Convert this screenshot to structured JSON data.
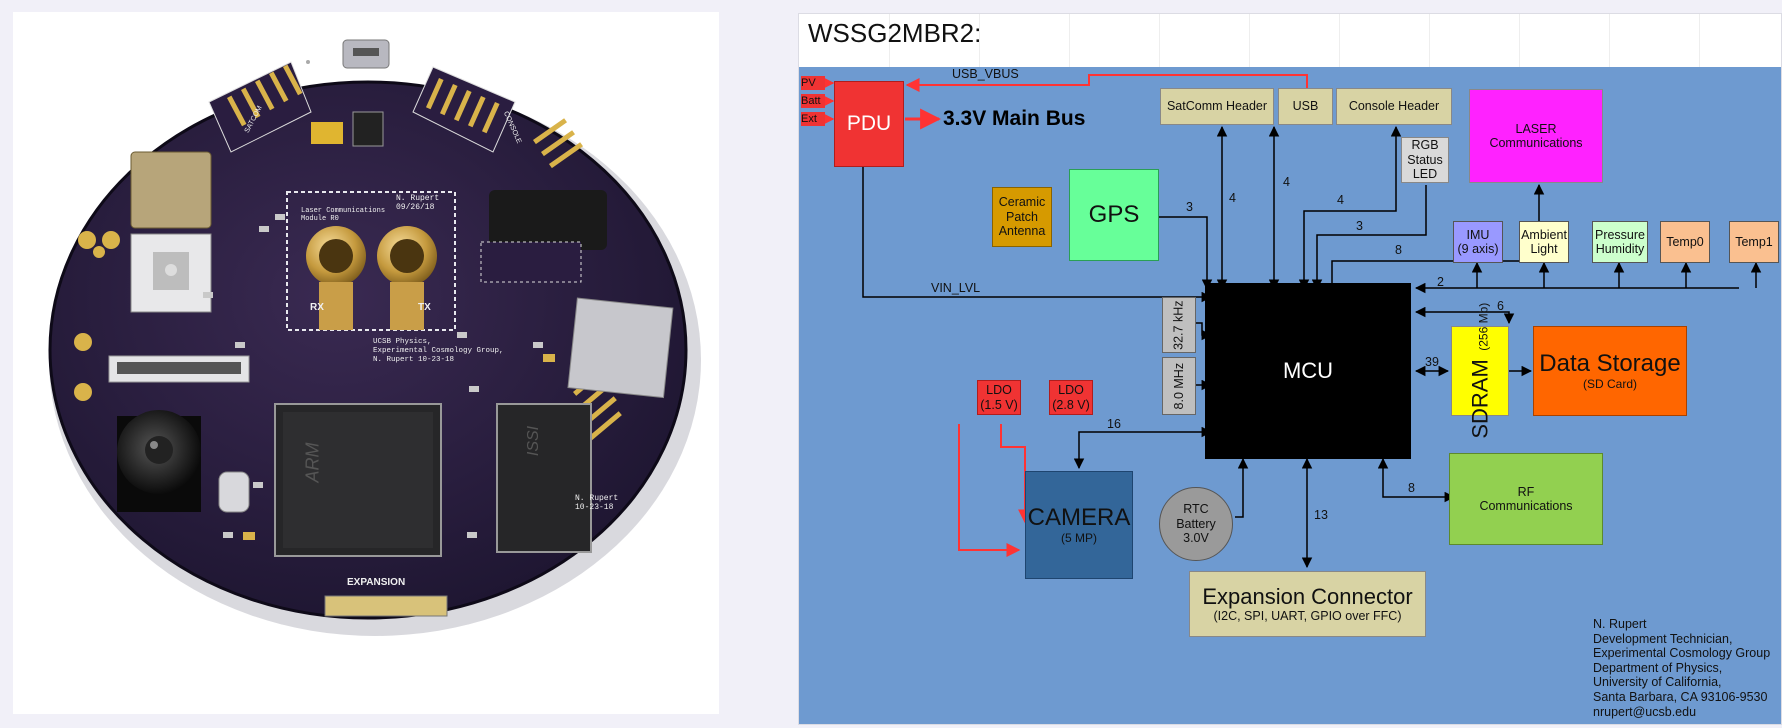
{
  "photo": {
    "silk_header": "N. Rupert\n09/26/18",
    "silk_laser_title": "Laser Communications\nModule R0",
    "silk_rx": "RX",
    "silk_tx": "TX",
    "silk_ucsb": "UCSB Physics,\nExperimental Cosmology Group,\nN. Rupert 10-23-18",
    "silk_expansion": "EXPANSION",
    "silk_mcu_brand": "ARM",
    "silk_ram_brand": "ISSI",
    "silk_date": "N. Rupert\n10-23-18",
    "silk_satcom": "SATCOM",
    "silk_console": "CONSOLE"
  },
  "diagram": {
    "title": "WSSG2MBR2:",
    "inputs": [
      "PV",
      "Batt",
      "Ext"
    ],
    "pdu": "PDU",
    "main_bus": "3.3V Main Bus",
    "usb_vbus": "USB_VBUS",
    "vin_lvl": "VIN_LVL",
    "satcomm": "SatComm Header",
    "usb": "USB",
    "console": "Console Header",
    "rgb": "RGB\nStatus\nLED",
    "laser": "LASER\nCommunications",
    "antenna": "Ceramic\nPatch\nAntenna",
    "gps": "GPS",
    "imu": "IMU\n(9 axis)",
    "ambient": "Ambient\nLight",
    "pressure": "Pressure\nHumidity",
    "temp0": "Temp0",
    "temp1": "Temp1",
    "xtal1": "32.7 kHz",
    "xtal2": "8.0 MHz",
    "mcu": "MCU",
    "sdram": "SDRAM",
    "sdram_size": "(256 Mb)",
    "storage": "Data Storage",
    "storage_sub": "(SD Card)",
    "ldo1": "LDO\n(1.5 V)",
    "ldo2": "LDO\n(2.8 V)",
    "camera": "CAMERA",
    "camera_sub": "(5 MP)",
    "rtc": "RTC\nBattery\n3.0V",
    "rf": "RF\nCommunications",
    "expansion": "Expansion Connector",
    "expansion_sub": "(I2C, SPI, UART, GPIO over FFC)",
    "bus_widths": {
      "gps": "3",
      "satcomm": "4",
      "usb": "4",
      "console": "4",
      "rgb": "3",
      "laser": "8",
      "sensors": "2",
      "storage": "6",
      "sdram": "39",
      "camera": "16",
      "rf": "8",
      "expansion": "13"
    },
    "signature": "N. Rupert\nDevelopment Technician,\nExperimental Cosmology Group\nDepartment of Physics,\nUniversity of California,\nSanta Barbara, CA 93106-9530\nnrupert@ucsb.edu"
  },
  "colors": {
    "background": "#6e9ad0",
    "pdu": "#f03333",
    "gps": "#67ff99",
    "antenna": "#d69a00",
    "header_boxes": "#d8d3a4",
    "laser": "#ff22ff",
    "sensor_boxes": "#9999ff",
    "mcu": "#000000",
    "sdram": "#ffff00",
    "storage": "#ff6600",
    "camera": "#336699",
    "rf": "#92d050",
    "rtc": "#9a9a9a",
    "power_wire": "#ff3333"
  }
}
